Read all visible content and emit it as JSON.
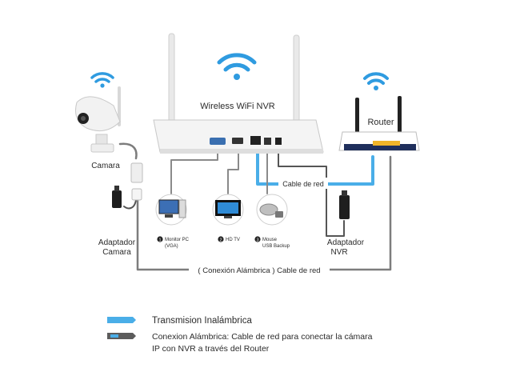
{
  "nvr": {
    "label": "Wireless WiFi NVR"
  },
  "router": {
    "label": "Router"
  },
  "camera": {
    "label": "Camara"
  },
  "adapter_camera": {
    "line1": "Adaptador",
    "line2": "Camara"
  },
  "adapter_nvr": {
    "line1": "Adaptador",
    "line2": "NVR"
  },
  "lan_cable": {
    "label": "Cable de red"
  },
  "wired_connection": {
    "label": "( Conexión Alámbrica ) Cable de red"
  },
  "outputs": [
    {
      "num": "1",
      "line1": "Monitor PC",
      "line2": "(VGA)"
    },
    {
      "num": "2",
      "line1": "HD TV",
      "line2": ""
    },
    {
      "num": "3",
      "line1": "Mouse",
      "line2": "USB Backup"
    }
  ],
  "legend": {
    "wireless": "Transmision Inalámbrica",
    "wired_line1": "Conexion Alámbrica: Cable de red para conectar la cámara",
    "wired_line2": "IP con NVR a través del Router"
  },
  "colors": {
    "wifi": "#2f9be0",
    "cable_blue": "#4aaee8",
    "cable_gray": "#8a8a8a",
    "router_stripe": "#f0b429"
  }
}
